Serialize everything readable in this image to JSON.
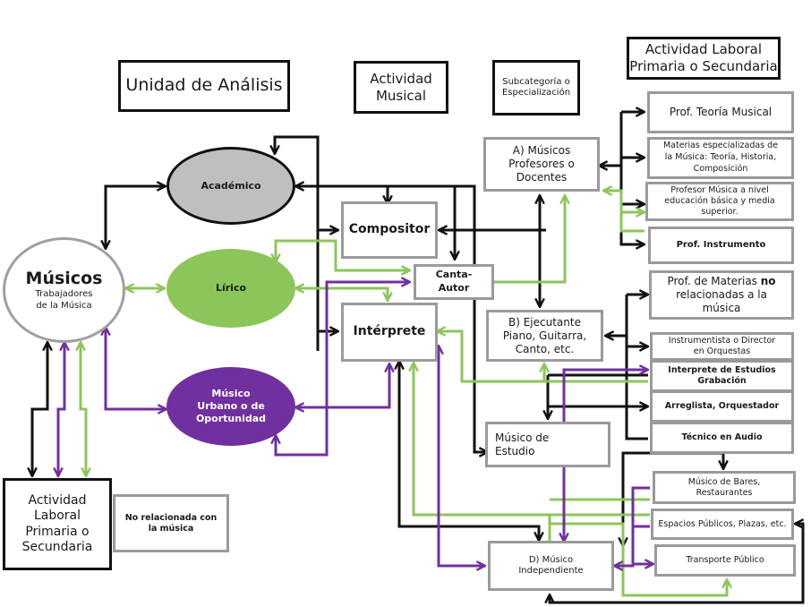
{
  "colors": {
    "black_line": "#111111",
    "green_line": "#8cc65a",
    "purple_line": "#7030a0",
    "gray_border": "#9a9a9a",
    "academico_fill": "#bfbfbf",
    "lirico_fill": "#8cc65a",
    "urbano_fill": "#7030a0"
  },
  "headers": {
    "unidad": "Unidad de Análisis",
    "actividad_musical": "Actividad\nMusical",
    "subcategoria": "Subcategoría o\nEspecialización",
    "actividad_laboral": "Actividad Laboral\nPrimaria o Secundaria"
  },
  "unit": {
    "title": "Músicos",
    "subtitle": "Trabajadores\nde la Música"
  },
  "categories": {
    "academico": "Académico",
    "lirico": "Lírico",
    "urbano": "Músico\nUrbano o de\nOportunidad"
  },
  "activities": {
    "compositor": "Compositor",
    "canta_autor": "Canta-\nAutor",
    "interprete": "Intérprete"
  },
  "subcategories": {
    "a": "A) Músicos\nProfesores o\nDocentes",
    "b": "B) Ejecutante\nPiano, Guitarra,\nCanto, etc.",
    "c": "Músico de\nEstudio",
    "d": "D) Músico\nIndependiente"
  },
  "labor": {
    "teoria": "Prof.  Teoría Musical",
    "materias_esp": "Materias especializadas de\nla Música: Teoría, Historia,\nComposición",
    "prof_basica": "Profesor Música a nivel\neducación básica y media\nsuperior.",
    "instrumento": "Prof. Instrumento",
    "no_rel_pre": "Prof. de Materias ",
    "no_rel_bold": "no",
    "no_rel_post": "\nrelacionadas a la\nmúsica",
    "orquestas": "Instrumentista o Director\nen Orquestas",
    "estudios": "Interprete de Estudios\nGrabación",
    "arreglista": "Arreglista, Orquestador",
    "tecnico": "Técnico  en Audio",
    "bares": "Músico de Bares,\nRestaurantes",
    "espacios": "Espacios  Públicos, Plazas, etc.",
    "transporte": "Transporte Público"
  },
  "bottom": {
    "actividad": "Actividad\nLaboral\nPrimaria o\nSecundaria",
    "no_relacionada": "No relacionada con\nla música"
  }
}
